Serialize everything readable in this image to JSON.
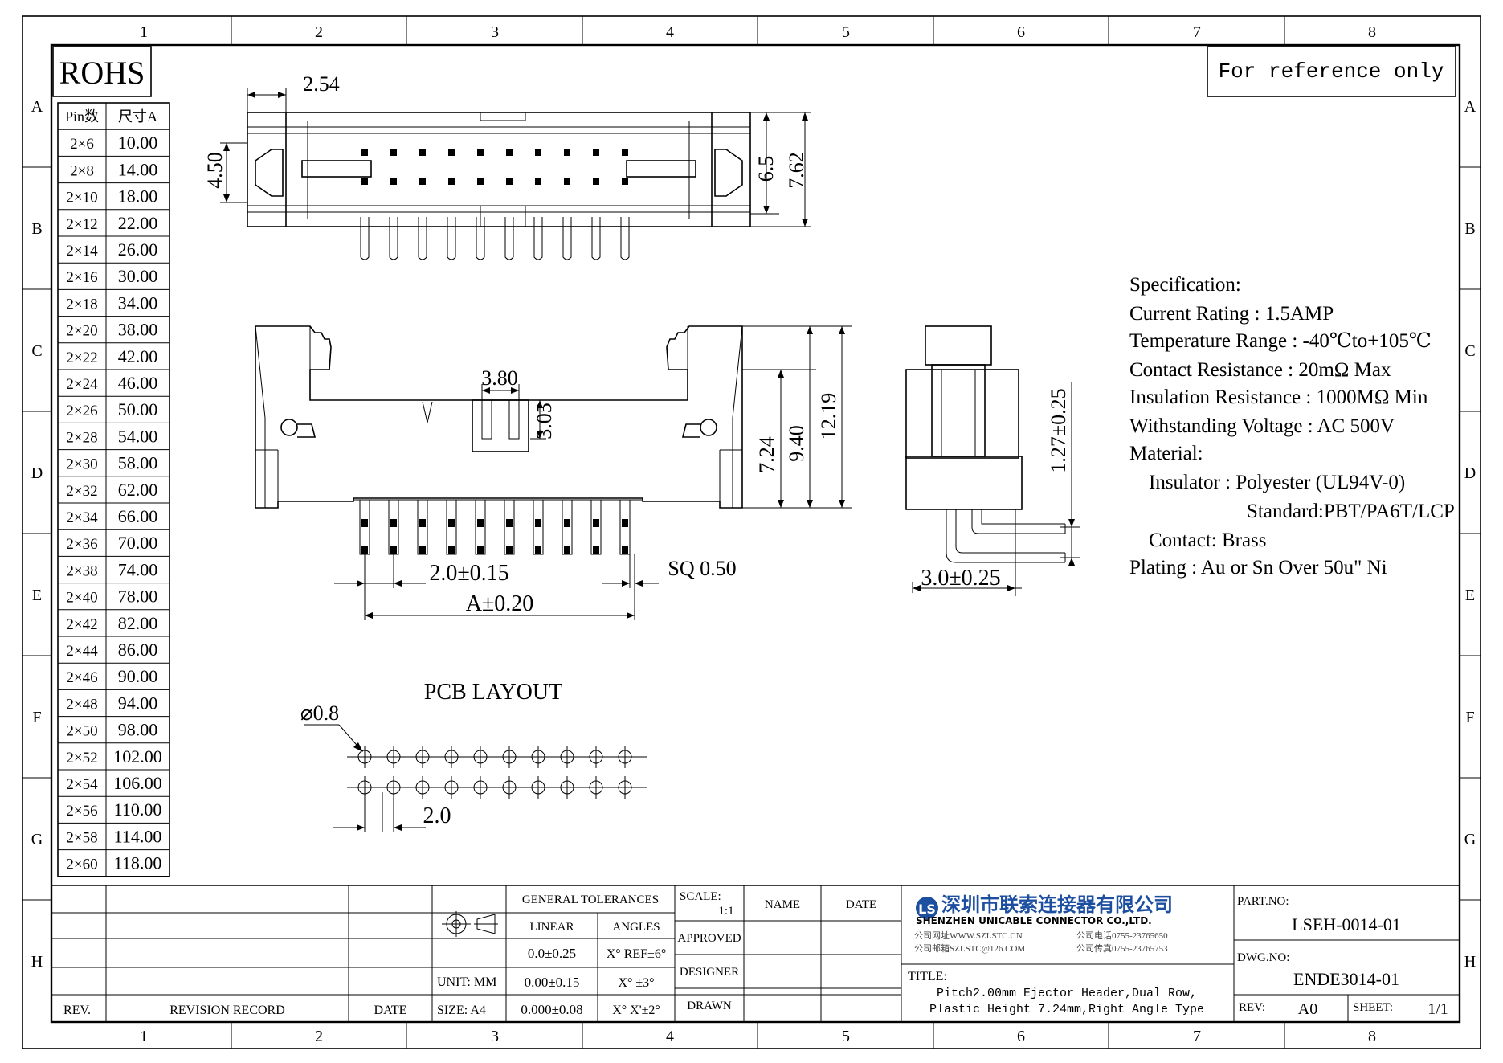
{
  "border": {
    "columns": [
      "1",
      "2",
      "3",
      "4",
      "5",
      "6",
      "7",
      "8"
    ],
    "rows": [
      "A",
      "B",
      "C",
      "D",
      "E",
      "F",
      "G",
      "H"
    ]
  },
  "rohs_label": "ROHS",
  "reference_note": "For reference only",
  "pin_table": {
    "headers": [
      "Pin数",
      "尺寸A"
    ],
    "rows": [
      [
        "2×6",
        "10.00"
      ],
      [
        "2×8",
        "14.00"
      ],
      [
        "2×10",
        "18.00"
      ],
      [
        "2×12",
        "22.00"
      ],
      [
        "2×14",
        "26.00"
      ],
      [
        "2×16",
        "30.00"
      ],
      [
        "2×18",
        "34.00"
      ],
      [
        "2×20",
        "38.00"
      ],
      [
        "2×22",
        "42.00"
      ],
      [
        "2×24",
        "46.00"
      ],
      [
        "2×26",
        "50.00"
      ],
      [
        "2×28",
        "54.00"
      ],
      [
        "2×30",
        "58.00"
      ],
      [
        "2×32",
        "62.00"
      ],
      [
        "2×34",
        "66.00"
      ],
      [
        "2×36",
        "70.00"
      ],
      [
        "2×38",
        "74.00"
      ],
      [
        "2×40",
        "78.00"
      ],
      [
        "2×42",
        "82.00"
      ],
      [
        "2×44",
        "86.00"
      ],
      [
        "2×46",
        "90.00"
      ],
      [
        "2×48",
        "94.00"
      ],
      [
        "2×50",
        "98.00"
      ],
      [
        "2×52",
        "102.00"
      ],
      [
        "2×54",
        "106.00"
      ],
      [
        "2×56",
        "110.00"
      ],
      [
        "2×58",
        "114.00"
      ],
      [
        "2×60",
        "118.00"
      ]
    ]
  },
  "dimensions": {
    "top_pitch": "2.54",
    "top_height": "4.50",
    "top_65": "6.5",
    "top_762": "7.62",
    "front_380": "3.80",
    "front_305": "3.05",
    "front_724": "7.24",
    "front_940": "9.40",
    "front_1219": "12.19",
    "front_pitch": "2.0±0.15",
    "front_a": "A±0.20",
    "front_sq": "SQ 0.50",
    "side_127": "1.27±0.25",
    "side_30": "3.0±0.25",
    "pcb_title": "PCB LAYOUT",
    "pcb_hole": "⌀0.8",
    "pcb_pitch": "2.0"
  },
  "spec": {
    "lines": [
      "Specification:",
      "Current Rating : 1.5AMP",
      "Temperature Range : -40℃to+105℃",
      "Contact Resistance : 20mΩ Max",
      "Insulation Resistance : 1000MΩ Min",
      "Withstanding Voltage : AC 500V",
      "Material:",
      "Insulator : Polyester (UL94V-0)",
      "Standard:PBT/PA6T/LCP",
      "Contact: Brass",
      "Plating : Au or Sn Over 50u\" Ni"
    ]
  },
  "title_block": {
    "rev_label": "REV.",
    "revision_record": "REVISION RECORD",
    "date_label": "DATE",
    "unit": "UNIT: MM",
    "size": "SIZE: A4",
    "general_tolerances": "GENERAL TOLERANCES",
    "linear": "LINEAR",
    "angles": "ANGLES",
    "tol1_lin": "0.0±0.25",
    "tol1_ang": "X° REF±6°",
    "tol2_lin": "0.00±0.15",
    "tol2_ang": "X° ±3°",
    "tol3_lin": "0.000±0.08",
    "tol3_ang": "X° X'±2°",
    "scale_label": "SCALE:",
    "scale_value": "1:1",
    "name_label": "NAME",
    "date_col": "DATE",
    "approved": "APPROVED",
    "designer": "DESIGNER",
    "drawn": "DRAWN",
    "company_cn": "深圳市联索连接器有限公司",
    "company_en": "SHENZHEN UNICABLE CONNECTOR CO.,LTD.",
    "web": "公司网址WWW.SZLSTC.CN",
    "email": "公司邮箱SZLSTC@126.COM",
    "tel": "公司电话0755-23765650",
    "fax": "公司传真0755-23765753",
    "title_label": "TITLE:",
    "title_line1": "Pitch2.00mm Ejector Header,Dual Row,",
    "title_line2": "Plastic Height 7.24mm,Right Angle Type",
    "part_label": "PART.NO:",
    "part_value": "LSEH-0014-01",
    "dwg_label": "DWG.NO:",
    "dwg_value": "ENDE3014-01",
    "rev_small": "REV:",
    "rev_value": "A0",
    "sheet_label": "SHEET:",
    "sheet_value": "1/1"
  }
}
